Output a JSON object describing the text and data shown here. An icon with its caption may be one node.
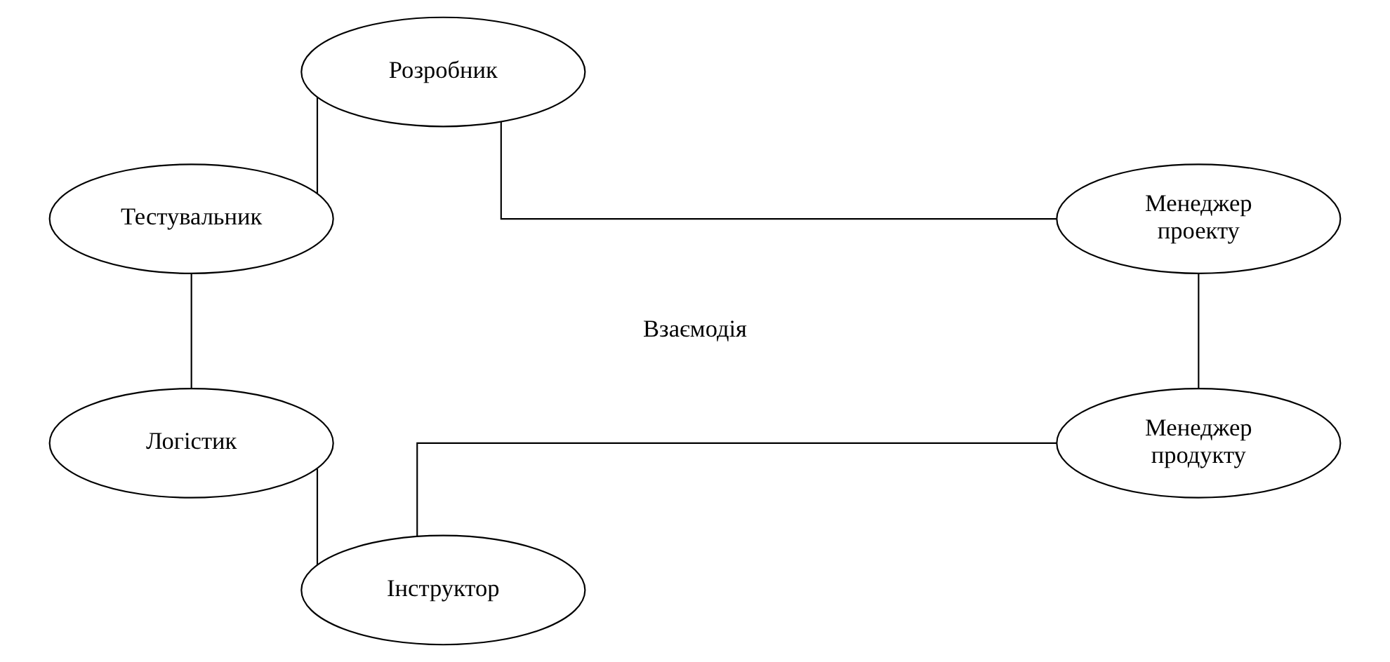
{
  "diagram": {
    "nodes": [
      {
        "text": [
          "Розробник"
        ]
      },
      {
        "text": [
          "Менеджер проекту"
        ]
      },
      {
        "text": [
          "Тестувальник"
        ]
      },
      {
        "text": [
          "Менеджер продукту"
        ]
      },
      {
        "text": [
          "Логістик"
        ]
      },
      {
        "text": [
          "Інструктор"
        ]
      }
    ],
    "edges": [
      {
        "from": 0,
        "to": 2,
        "arrow": "none"
      },
      {
        "from": 2,
        "to": 4,
        "arrow": "none"
      },
      {
        "from": 4,
        "to": 5,
        "arrow": "none"
      },
      {
        "from": 5,
        "to": 3,
        "arrow": "none"
      },
      {
        "from": 3,
        "to": 1,
        "arrow": "none"
      },
      {
        "from": 1,
        "to": 0,
        "arrow": "none"
      }
    ],
    "labels": [
      "Взаємодія"
    ]
  }
}
